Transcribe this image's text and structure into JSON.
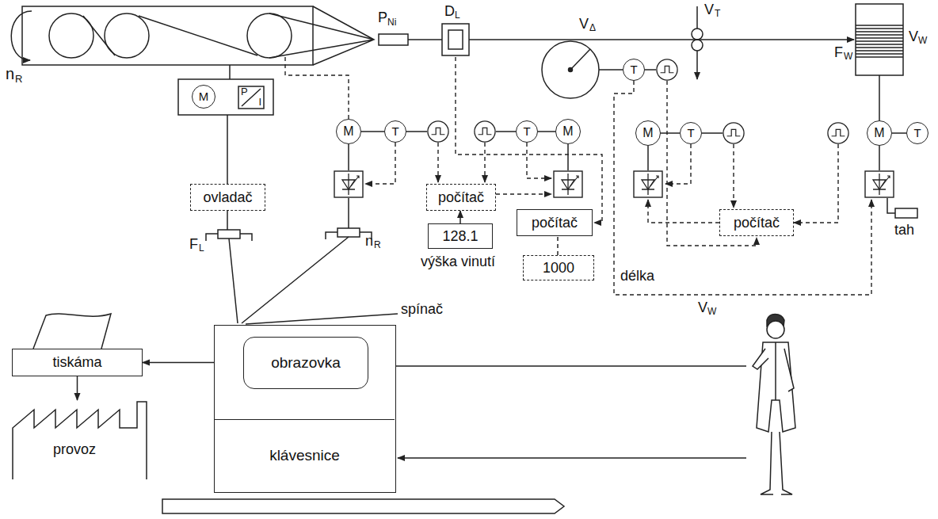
{
  "diagram": {
    "nodes": [
      {
        "text": [
          "M"
        ]
      },
      {
        "text": [
          "P",
          "I"
        ]
      },
      {
        "text": [
          "M"
        ]
      },
      {
        "text": [
          "T"
        ]
      },
      {
        "text": [
          "T"
        ]
      },
      {
        "text": [
          "M"
        ]
      },
      {
        "text": [
          "T"
        ]
      },
      {
        "text": [
          "M"
        ]
      },
      {
        "text": [
          "T"
        ]
      },
      {
        "text": [
          "M"
        ]
      },
      {
        "text": [
          "T"
        ]
      },
      {
        "text": [
          "ovladač"
        ]
      },
      {
        "text": [
          "počítač"
        ]
      },
      {
        "text": [
          "128.1"
        ]
      },
      {
        "text": [
          "počítač"
        ]
      },
      {
        "text": [
          "1000"
        ]
      },
      {
        "text": [
          "počítač"
        ]
      },
      {
        "text": [
          "tiskáma"
        ]
      },
      {
        "text": [
          "provoz"
        ]
      },
      {
        "text": []
      },
      {
        "text": [
          "obrazovka"
        ],
        "in": 19
      },
      {
        "text": [
          "klávesnice"
        ],
        "in": 19
      }
    ],
    "edges": [
      {
        "from": 2,
        "to": 3,
        "arrow": "none"
      },
      {
        "from": 4,
        "to": 5,
        "arrow": "none"
      },
      {
        "from": 7,
        "to": 8,
        "arrow": "none"
      },
      {
        "from": 9,
        "to": 10,
        "arrow": "none"
      },
      {
        "from": 13,
        "to": 12,
        "arrow": "to"
      },
      {
        "from": 15,
        "to": 14,
        "arrow": "none"
      },
      {
        "from": 19,
        "to": 17,
        "arrow": "to"
      },
      {
        "from": 17,
        "to": 18,
        "arrow": "to"
      }
    ],
    "labels": [
      "n",
      "R",
      "P",
      "Ni",
      "D",
      "L",
      "V",
      "Δ",
      "V",
      "T",
      "F",
      "W",
      "V",
      "W",
      "F",
      "L",
      "n",
      "R",
      "spínač",
      "výška vinutí",
      "délka",
      "tah",
      "V",
      "W"
    ]
  }
}
